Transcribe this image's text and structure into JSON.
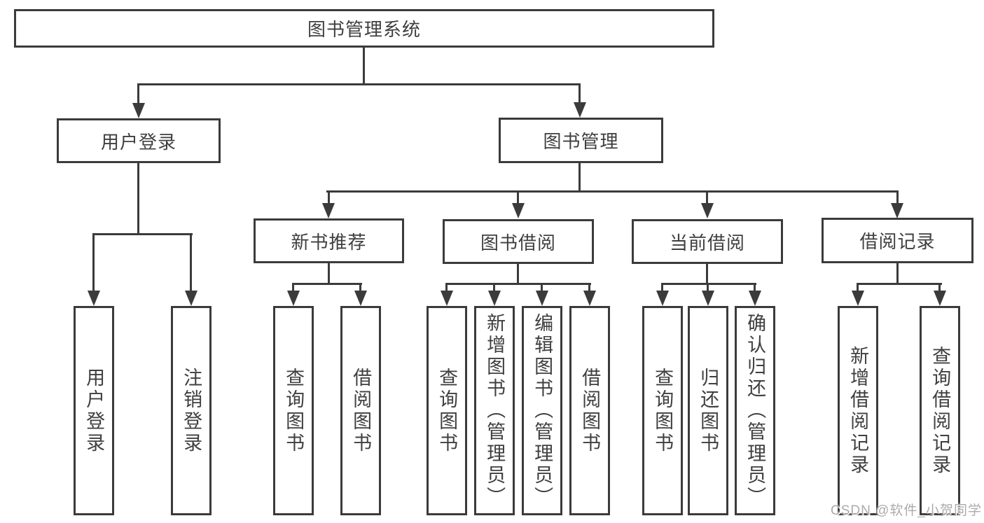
{
  "tree": {
    "root": {
      "label": "图书管理系统"
    },
    "branches": [
      {
        "label": "用户登录",
        "children": [
          {
            "label": "用户登录"
          },
          {
            "label": "注销登录"
          }
        ]
      },
      {
        "label": "图书管理",
        "children": [
          {
            "label": "新书推荐",
            "children": [
              {
                "label": "查询图书"
              },
              {
                "label": "借阅图书"
              }
            ]
          },
          {
            "label": "图书借阅",
            "children": [
              {
                "label": "查询图书"
              },
              {
                "label": "新增图书（管理员）"
              },
              {
                "label": "编辑图书（管理员）"
              },
              {
                "label": "借阅图书"
              }
            ]
          },
          {
            "label": "当前借阅",
            "children": [
              {
                "label": "查询图书"
              },
              {
                "label": "归还图书"
              },
              {
                "label": "确认归还（管理员）"
              }
            ]
          },
          {
            "label": "借阅记录",
            "children": [
              {
                "label": "新增借阅记录"
              },
              {
                "label": "查询借阅记录"
              }
            ]
          }
        ]
      }
    ]
  },
  "watermark": {
    "text": "CSDN @软件_小贺同学"
  },
  "colors": {
    "line": "#3b3b3b",
    "text": "#3f3f3f",
    "box_fill": "#ffffff",
    "watermark": "#ababab",
    "background": "#ffffff"
  }
}
